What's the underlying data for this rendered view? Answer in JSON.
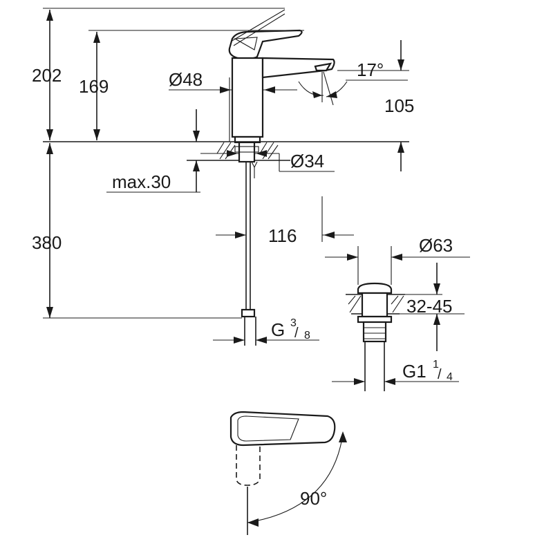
{
  "dimensions": {
    "total_height": "202",
    "spout_height": "169",
    "body_diameter": "Ø48",
    "spout_angle": "17°",
    "spout_reach": "105",
    "base_diameter": "Ø34",
    "max_thickness": "max.30",
    "hose_length": "380",
    "offset": "116",
    "hose_thread": "G",
    "hose_thread_num": "3",
    "hose_thread_den": "8",
    "waste_diameter": "Ø63",
    "waste_range": "32-45",
    "waste_thread": "G1",
    "waste_thread_num": "1",
    "waste_thread_den": "4",
    "lever_rotation": "90°"
  }
}
